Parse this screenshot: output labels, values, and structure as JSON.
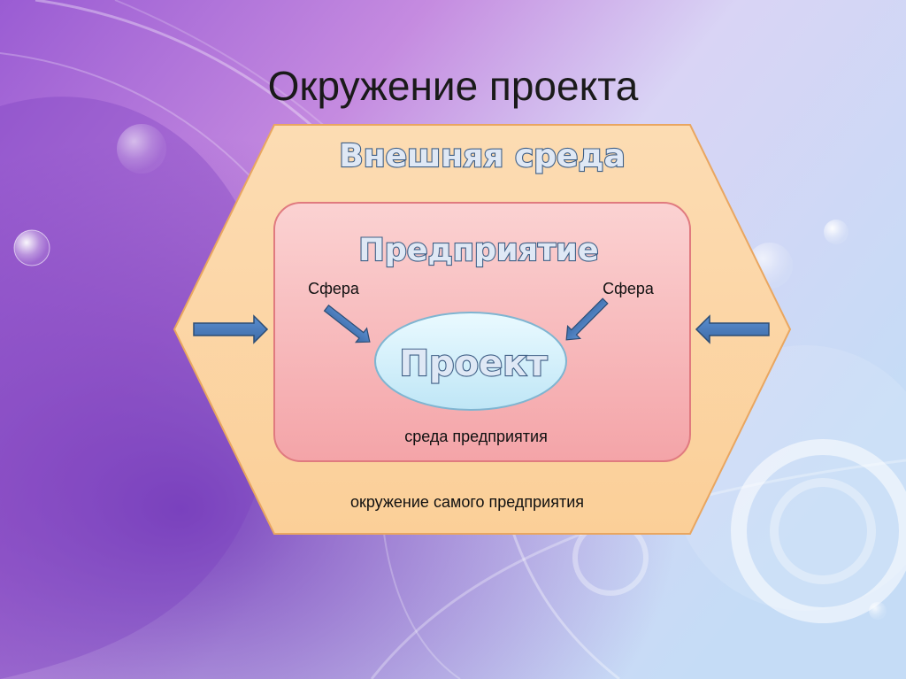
{
  "slide": {
    "title": "Окружение проекта"
  },
  "diagram": {
    "outer": {
      "heading": "Внешняя среда",
      "caption": "окружение самого предприятия"
    },
    "enterprise": {
      "heading": "Предприятие",
      "caption": "среда предприятия",
      "sphere_left": "Сфера",
      "sphere_right": "Сфера"
    },
    "project": {
      "label": "Проект"
    }
  },
  "colors": {
    "hexagon_fill": "#fbd6a6",
    "rounded_rect_fill": "#f6b3b3",
    "ellipse_fill": "#d8f1fb",
    "arrow_fill": "#4f81bd",
    "arrow_stroke": "#2c4d75",
    "background_primary": "#8a4fc9",
    "background_secondary": "#cfe0f8"
  }
}
